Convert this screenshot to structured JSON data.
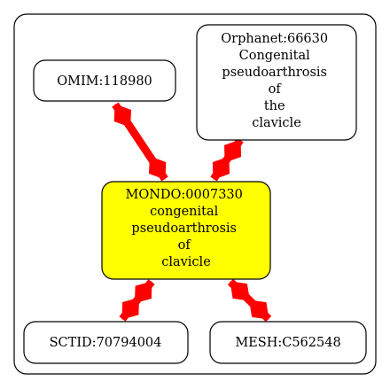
{
  "colors": {
    "edge": "#ff0000",
    "focus_fill": "#ffff00",
    "node_fill": "#ffffff",
    "stroke": "#000000"
  },
  "nodes": {
    "omim": {
      "lines": [
        "OMIM:118980"
      ]
    },
    "orphanet": {
      "lines": [
        "Orphanet:66630",
        "Congenital",
        "pseudoarthrosis",
        "of",
        "the",
        "clavicle"
      ]
    },
    "mondo": {
      "lines": [
        "MONDO:0007330",
        "congenital",
        "pseudoarthrosis",
        "of",
        "clavicle"
      ]
    },
    "sctid": {
      "lines": [
        "SCTID:70794004"
      ]
    },
    "mesh": {
      "lines": [
        "MESH:C562548"
      ]
    }
  },
  "edges": [
    {
      "from": "omim",
      "to": "mondo"
    },
    {
      "from": "orphanet",
      "to": "mondo"
    },
    {
      "from": "mondo",
      "to": "sctid"
    },
    {
      "from": "mondo",
      "to": "mesh"
    }
  ]
}
